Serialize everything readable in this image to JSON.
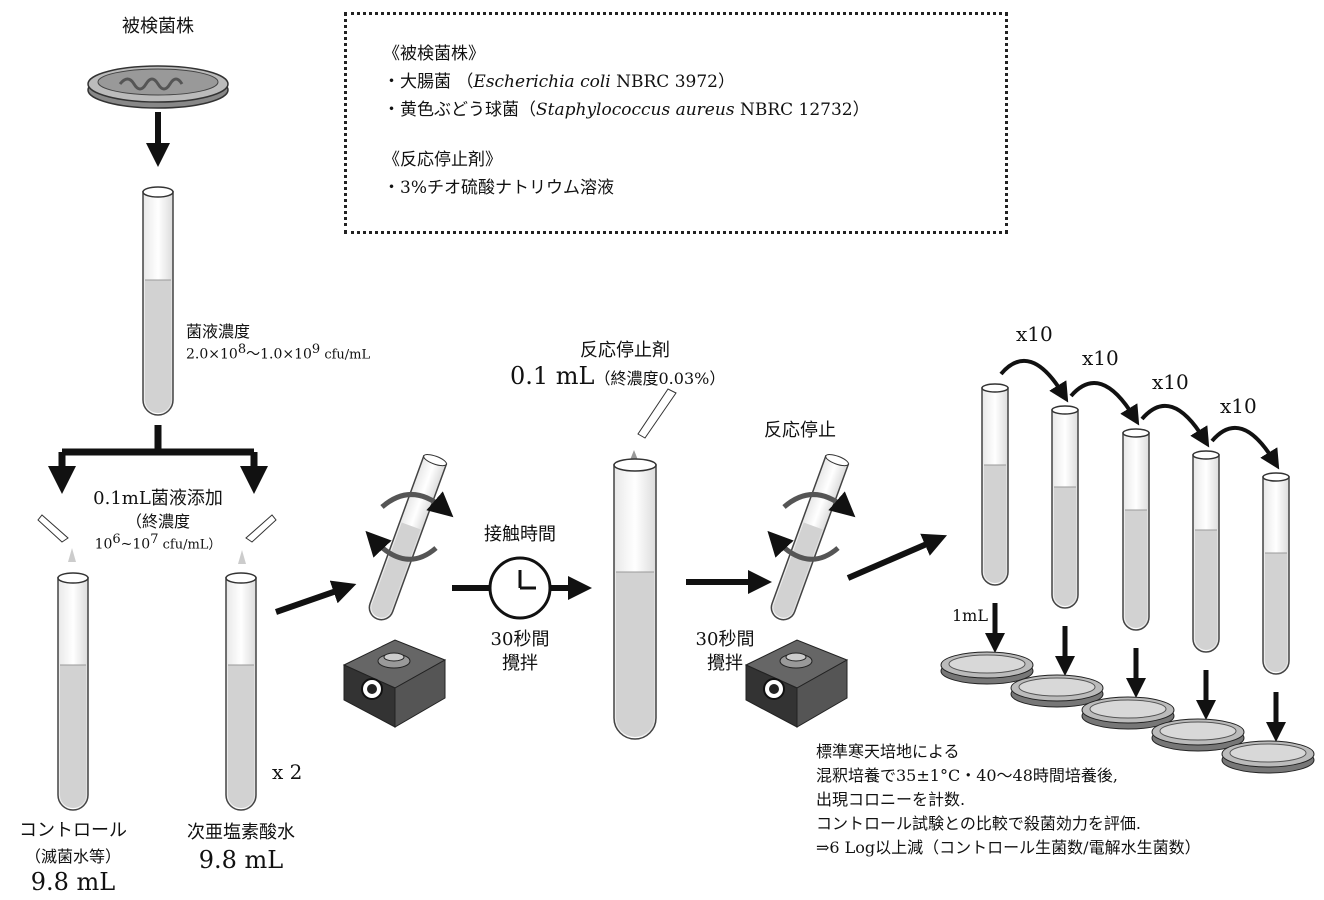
{
  "top_label": "被検菌株",
  "info_box": {
    "strains_heading": "《被検菌株》",
    "strain1_prefix": "・大腸菌 （",
    "strain1_species": "Escherichia coli",
    "strain1_suffix": " NBRC 3972）",
    "strain2_prefix": "・黄色ぶどう球菌（",
    "strain2_species": "Staphylococcus aureus",
    "strain2_suffix": " NBRC 12732）",
    "stop_heading": "《反応停止剤》",
    "stop_item": "・3%チオ硫酸ナトリウム溶液"
  },
  "concentration": {
    "label": "菌液濃度",
    "value_a": "2.0×10",
    "exp_a": "8",
    "value_b": "～1.0×10",
    "exp_b": "9",
    "unit": " cfu/mL"
  },
  "addition": {
    "line1": "0.1mL菌液添加",
    "line2": "（終濃度",
    "line3_a": "10",
    "exp1": "6",
    "line3_b": "~10",
    "exp2": "7",
    "line3_c": " cfu/mL）"
  },
  "control": {
    "name": "コントロール",
    "sub": "（滅菌水等）",
    "volume": "9.8 mL"
  },
  "hypochlorous": {
    "name": "次亜塩素酸水",
    "volume": "9.8 mL",
    "multiplier": "x 2"
  },
  "contact": {
    "label": "接触時間",
    "stir_line1": "30秒間",
    "stir_line2": "攪拌"
  },
  "stopper": {
    "label": "反応停止剤",
    "amount": "0.1 mL",
    "final": "（終濃度0.03%）"
  },
  "stop_step": {
    "label": "反応停止",
    "stir_line1": "30秒間",
    "stir_line2": "攪拌"
  },
  "dilution": {
    "factor1": "x10",
    "factor2": "x10",
    "factor3": "x10",
    "factor4": "x10",
    "transfer": "1mL"
  },
  "result": {
    "line1": "標準寒天培地による",
    "line2": "混釈培養で35±1°C・40～48時間培養後,",
    "line3": "出現コロニーを計数.",
    "line4": "コントロール試験との比較で殺菌効力を評価.",
    "line5": "⇒6 Log以上減（コントロール生菌数/電解水生菌数）"
  }
}
